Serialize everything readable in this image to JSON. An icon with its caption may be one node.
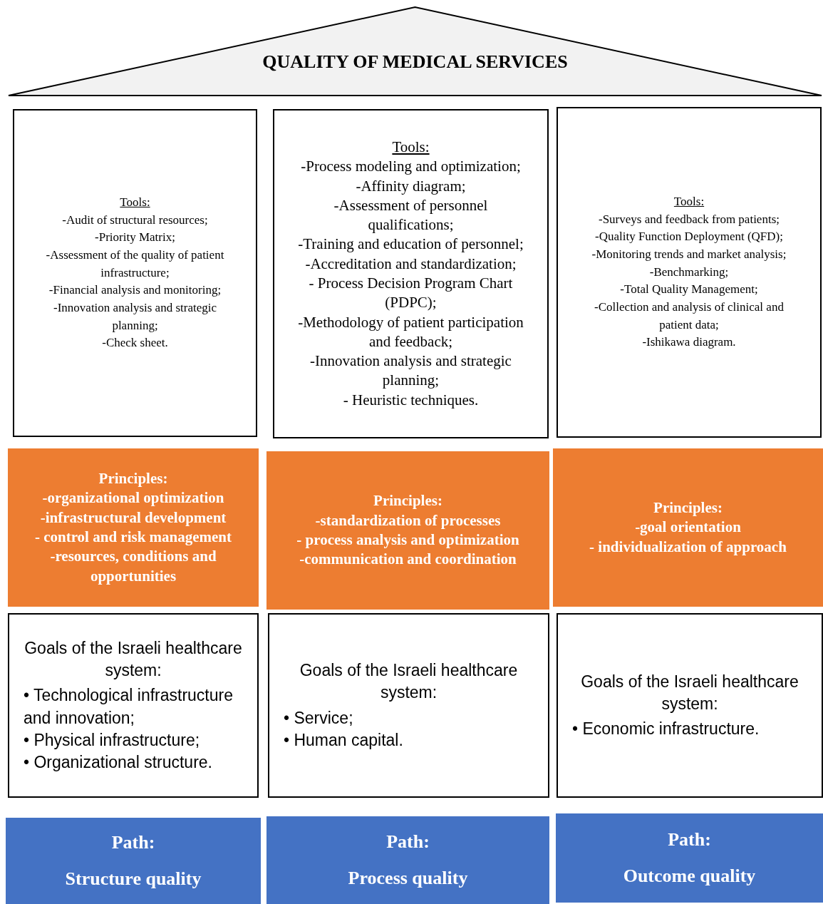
{
  "diagram": {
    "nodes": [
      {
        "text": [
          "QUALITY OF MEDICAL SERVICES"
        ]
      },
      {
        "text": [
          "Tools:",
          "-Audit of structural resources;",
          "-Priority Matrix;",
          "-Assessment of the quality of patient infrastructure;",
          "-Financial analysis and monitoring;",
          "-Innovation analysis and strategic planning;",
          "-Check sheet."
        ]
      },
      {
        "text": [
          "Tools:",
          "-Process modeling and optimization;",
          "-Affinity diagram;",
          "-Assessment of personnel qualifications;",
          "-Training and education of personnel;",
          "-Accreditation and standardization;",
          "- Process Decision Program Chart (PDPC);",
          "-Methodology of patient participation and feedback;",
          "-Innovation analysis and strategic planning;",
          "- Heuristic techniques."
        ]
      },
      {
        "text": [
          "Tools:",
          "-Surveys and feedback from patients;",
          "-Quality Function Deployment (QFD);",
          "-Monitoring trends and market analysis;",
          "-Benchmarking;",
          "-Total Quality Management;",
          "-Collection and analysis of clinical and patient data;",
          "-Ishikawa diagram."
        ]
      },
      {
        "text": [
          "Principles:",
          "-organizational optimization",
          "-infrastructural development",
          "- control and risk management",
          "-resources, conditions and opportunities"
        ]
      },
      {
        "text": [
          "Principles:",
          "-standardization of processes",
          "- process analysis and optimization",
          "-communication and coordination"
        ]
      },
      {
        "text": [
          "Principles:",
          "-goal orientation",
          "- individualization of approach"
        ]
      },
      {
        "text": [
          "Goals of the Israeli healthcare system:",
          "• Technological infrastructure and innovation;",
          "• Physical infrastructure;",
          "• Organizational structure."
        ]
      },
      {
        "text": [
          "Goals of the Israeli healthcare system:",
          "•  Service;",
          "• Human capital."
        ]
      },
      {
        "text": [
          "Goals of the Israeli healthcare system:",
          "• Economic infrastructure."
        ]
      },
      {
        "text": [
          "Path:",
          "Structure quality"
        ]
      },
      {
        "text": [
          "Path:",
          "Process quality"
        ]
      },
      {
        "text": [
          "Path:",
          "Outcome quality"
        ]
      }
    ]
  }
}
